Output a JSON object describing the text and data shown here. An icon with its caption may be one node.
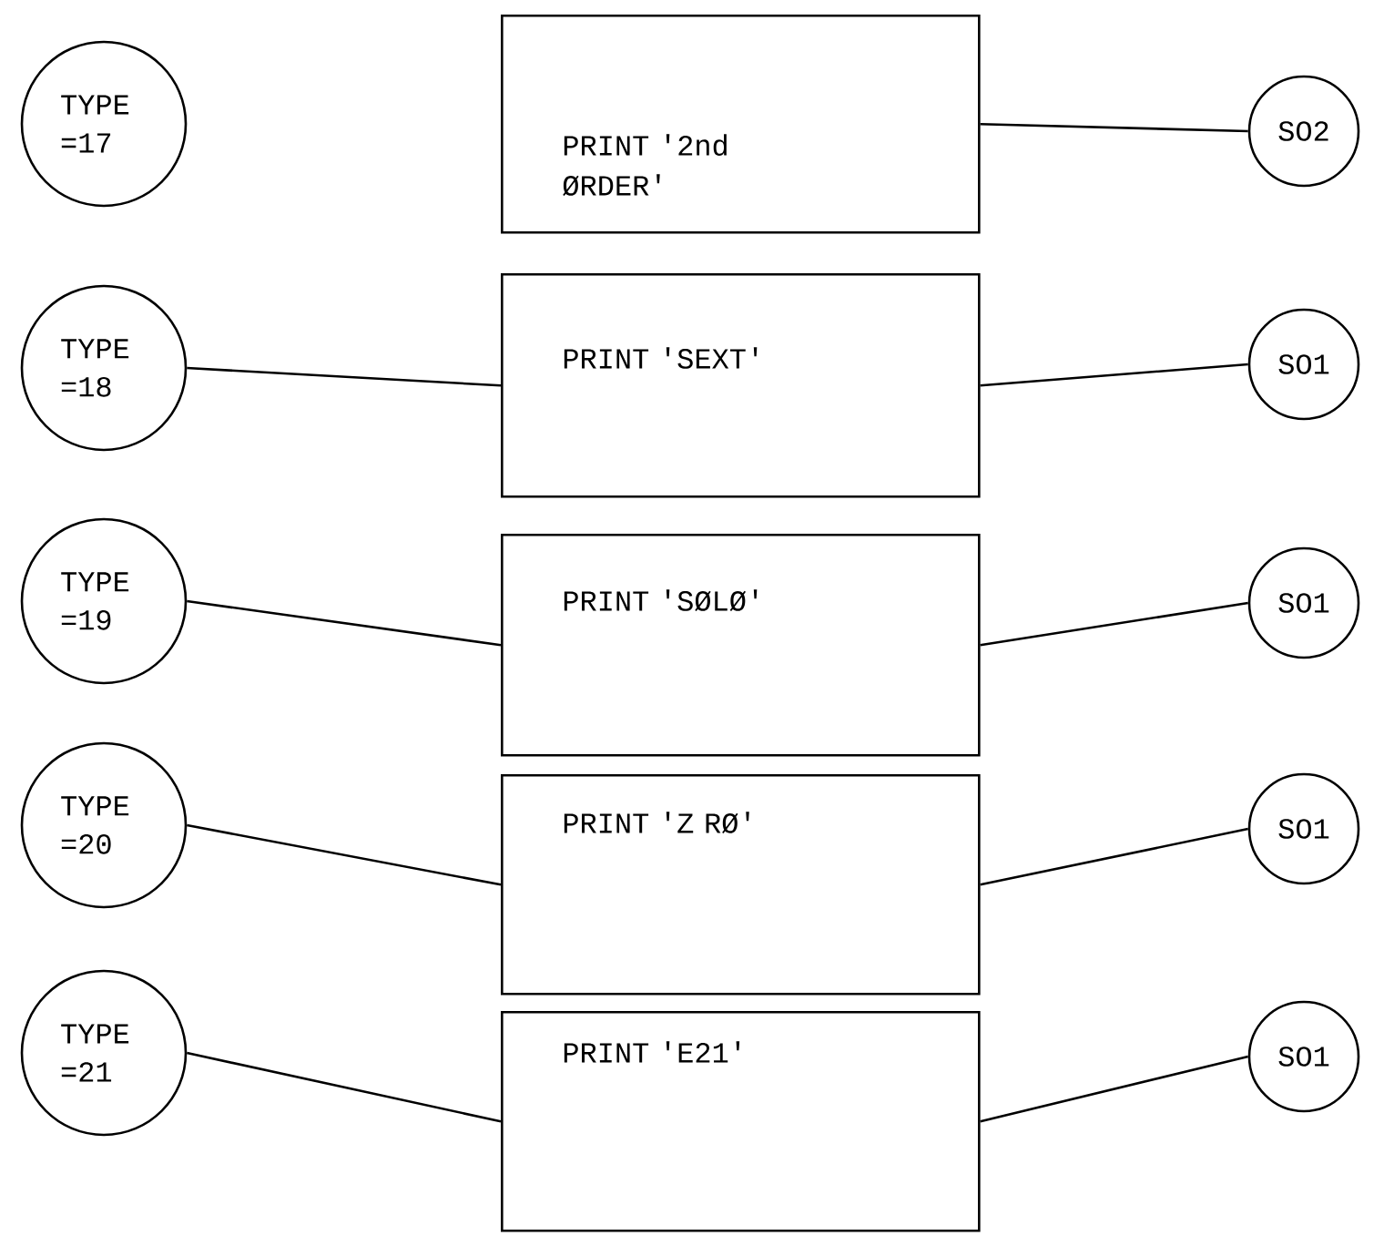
{
  "diagram": {
    "nodes": [
      {
        "text": [
          "TYPE =17"
        ]
      },
      {
        "text": [
          "PRINT '2nd ØRDER'"
        ]
      },
      {
        "text": [
          "SO2"
        ]
      },
      {
        "text": [
          "TYPE =18"
        ]
      },
      {
        "text": [
          "PRINT 'SEXT'"
        ]
      },
      {
        "text": [
          "SO1"
        ]
      },
      {
        "text": [
          "TYPE =19"
        ]
      },
      {
        "text": [
          "PRINT 'SØLØ'"
        ]
      },
      {
        "text": [
          "SO1"
        ]
      },
      {
        "text": [
          "TYPE =20"
        ]
      },
      {
        "text": [
          "PRINT 'Z RØ'"
        ]
      },
      {
        "text": [
          "SO1"
        ]
      },
      {
        "text": [
          "TYPE =21"
        ]
      },
      {
        "text": [
          "PRINT 'E21'"
        ]
      },
      {
        "text": [
          "SO1"
        ]
      }
    ],
    "edges": [
      {
        "from": 1,
        "to": 2,
        "arrow": "none"
      },
      {
        "from": 3,
        "to": 4,
        "arrow": "none"
      },
      {
        "from": 4,
        "to": 5,
        "arrow": "none"
      },
      {
        "from": 6,
        "to": 7,
        "arrow": "none"
      },
      {
        "from": 7,
        "to": 8,
        "arrow": "none"
      },
      {
        "from": 9,
        "to": 10,
        "arrow": "none"
      },
      {
        "from": 10,
        "to": 11,
        "arrow": "none"
      },
      {
        "from": 12,
        "to": 13,
        "arrow": "none"
      },
      {
        "from": 13,
        "to": 14,
        "arrow": "none"
      }
    ]
  }
}
